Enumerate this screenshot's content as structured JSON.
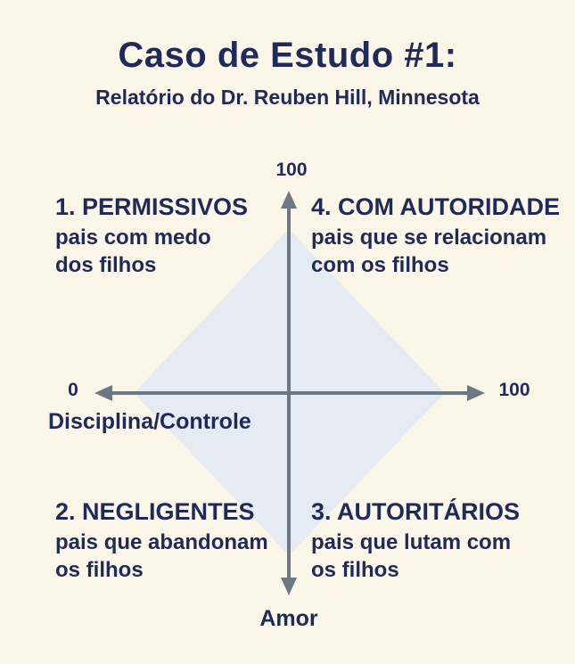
{
  "colors": {
    "background": "#fbf6e7",
    "text_navy": "#1e2b5a",
    "axis_gray": "#6d7885",
    "diamond_fill": "#e4ebf2"
  },
  "header": {
    "title": "Caso de Estudo #1:",
    "subtitle": "Relatório do Dr. Reuben Hill, Minnesota"
  },
  "axes": {
    "x": {
      "label": "Disciplina/Controle",
      "min_tick": "0",
      "max_tick": "100"
    },
    "y": {
      "label": "Amor",
      "max_tick": "100"
    }
  },
  "quadrants": [
    {
      "heading": "1. PERMISSIVOS",
      "line1": "pais com medo",
      "line2": "dos filhos"
    },
    {
      "heading": "2. NEGLIGENTES",
      "line1": "pais que abandonam",
      "line2": "os filhos"
    },
    {
      "heading": "3. AUTORITÁRIOS",
      "line1": "pais que lutam com",
      "line2": "os filhos"
    },
    {
      "heading": "4. COM AUTORIDADE",
      "line1": "pais que se relacionam",
      "line2": "com os filhos"
    }
  ]
}
